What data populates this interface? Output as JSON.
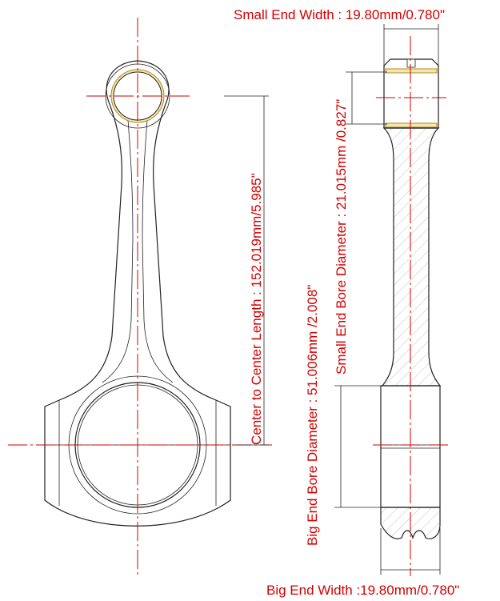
{
  "colors": {
    "label": "#d20000",
    "outline": "#222222",
    "bushing": "#c8a030"
  },
  "labels": {
    "small_end_width": "Small End Width : 19.80mm/0.780\"",
    "small_end_bore": "Small End Bore Diameter  : 21.015mm /0.827\"",
    "center_to_center": "Center to Center Length : 152.019mm/5.985\"",
    "big_end_bore": "Big End Bore Diameter : 51.006mm /2.008\"",
    "big_end_width": "Big End Width :19.80mm/0.780\""
  }
}
